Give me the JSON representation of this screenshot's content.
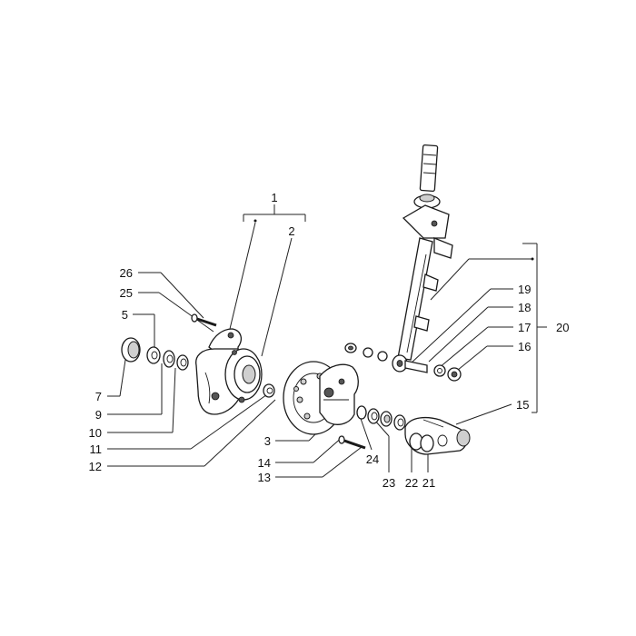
{
  "callouts": {
    "c1": "1",
    "c2": "2",
    "c3": "3",
    "c5": "5",
    "c7": "7",
    "c9": "9",
    "c10": "10",
    "c11": "11",
    "c12": "12",
    "c13": "13",
    "c14": "14",
    "c15": "15",
    "c16": "16",
    "c17": "17",
    "c18": "18",
    "c19": "19",
    "c20": "20",
    "c21": "21",
    "c22": "22",
    "c23": "23",
    "c24": "24",
    "c25": "25",
    "c26": "26"
  },
  "colors": {
    "ink": "#1a1a1a",
    "background": "#ffffff"
  }
}
